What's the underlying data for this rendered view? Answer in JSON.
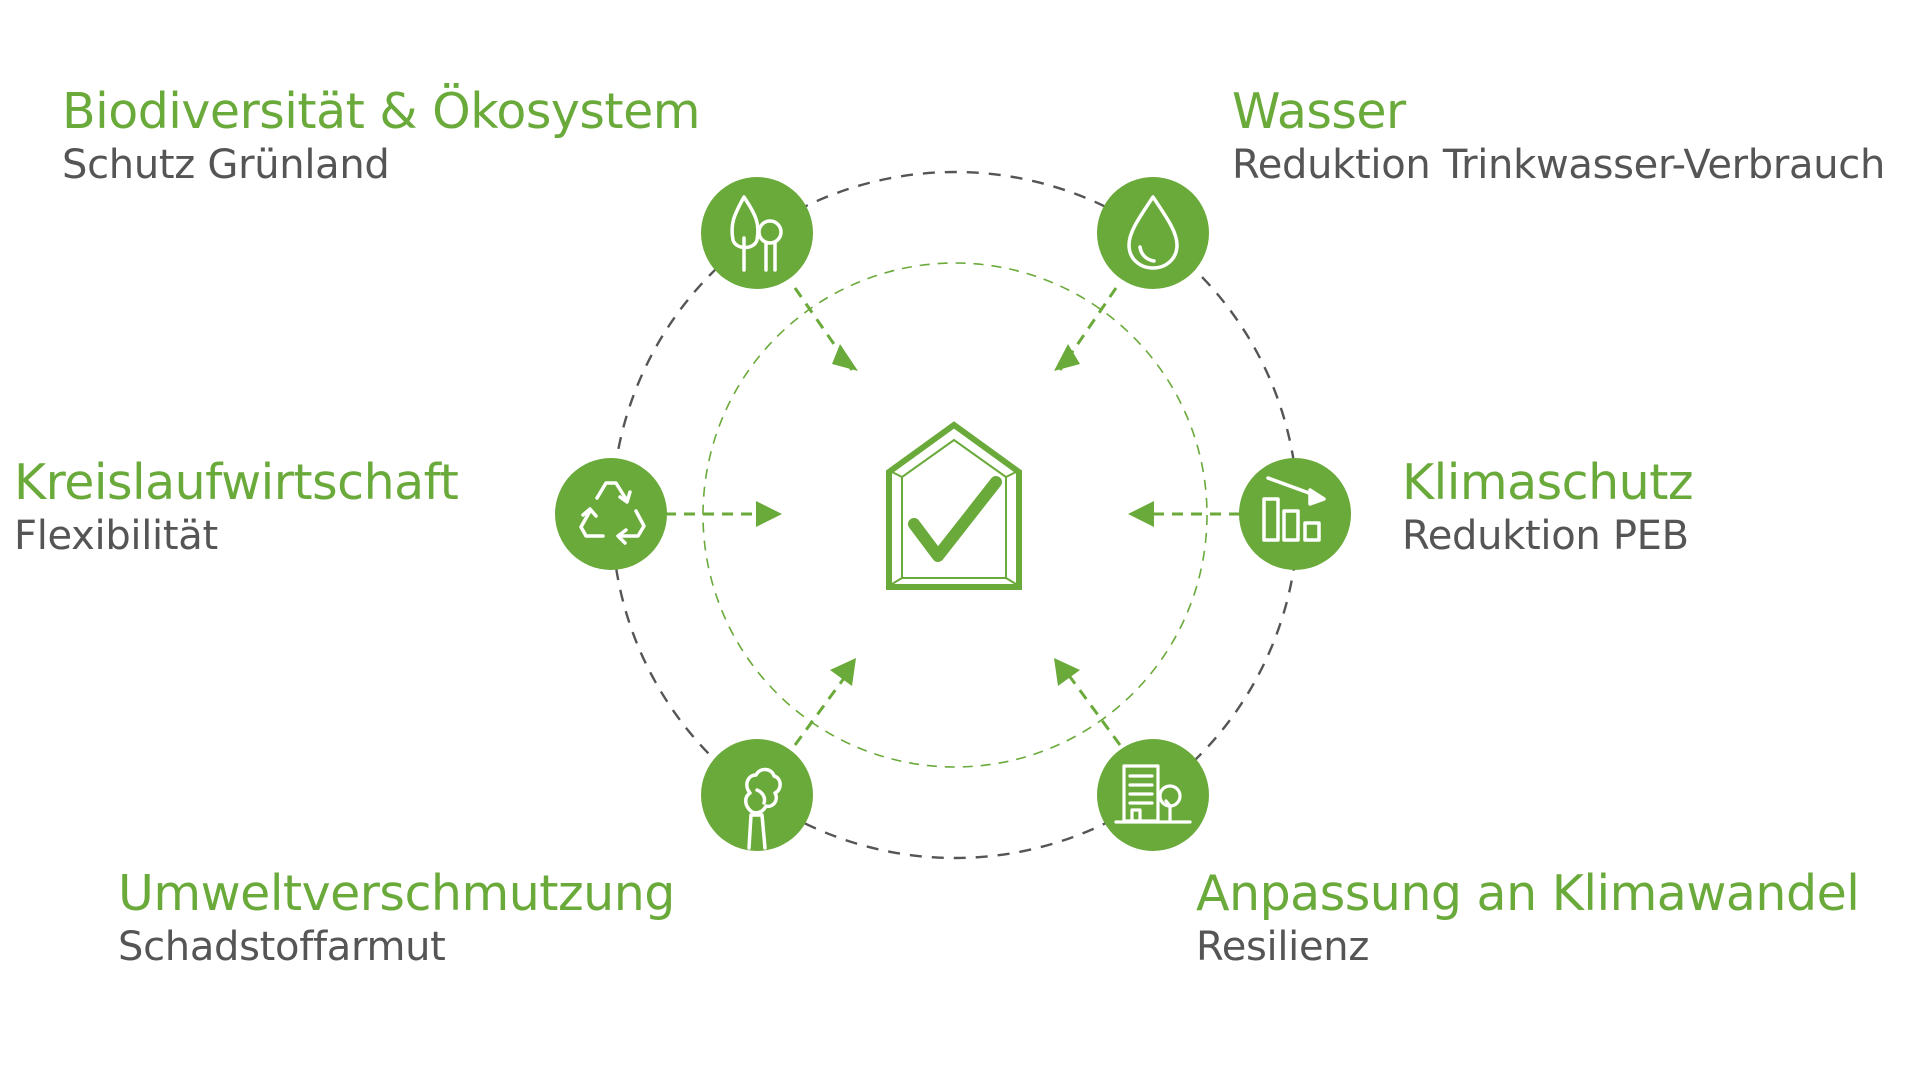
{
  "colors": {
    "accent": "#6aaa3a",
    "subtext": "#555555",
    "ring": "#555555"
  },
  "center": {
    "icon": "house-check-icon"
  },
  "topics": [
    {
      "id": "bio",
      "title": "Biodiversität & Ökosystem",
      "subtitle": "Schutz Grünland",
      "icon": "trees-icon"
    },
    {
      "id": "water",
      "title": "Wasser",
      "subtitle": "Reduktion Trinkwasser-Verbrauch",
      "icon": "water-drop-icon"
    },
    {
      "id": "krs",
      "title": "Kreislaufwirtschaft",
      "subtitle": "Flexibilität",
      "icon": "recycle-icon"
    },
    {
      "id": "klima",
      "title": "Klimaschutz",
      "subtitle": "Reduktion PEB",
      "icon": "declining-bars-icon"
    },
    {
      "id": "umw",
      "title": "Umweltverschmutzung",
      "subtitle": "Schadstoffarmut",
      "icon": "smokestack-icon"
    },
    {
      "id": "anp",
      "title": "Anpassung an Klimawandel",
      "subtitle": "Resilienz",
      "icon": "city-building-tree-icon"
    }
  ]
}
